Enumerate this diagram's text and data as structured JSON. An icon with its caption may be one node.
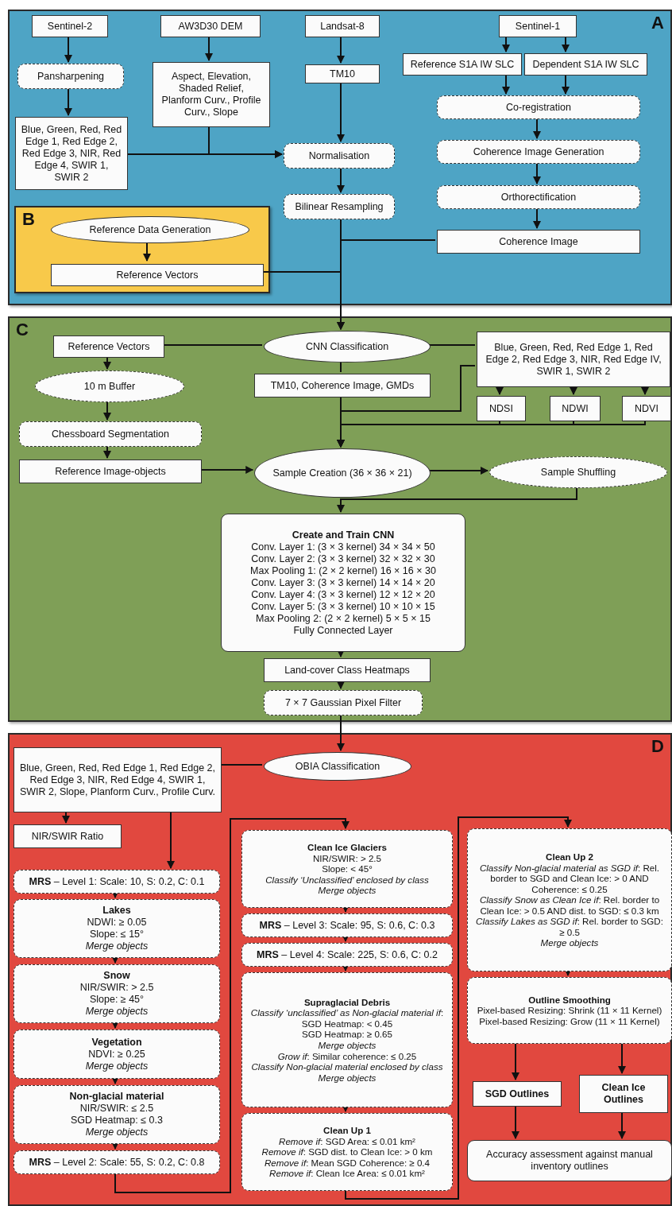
{
  "diagram": {
    "nodes": [
      {
        "text": [
          "A"
        ]
      },
      {
        "text": [
          "Sentinel-2"
        ],
        "in": 0
      },
      {
        "text": [
          "AW3D30 DEM"
        ],
        "in": 0
      },
      {
        "text": [
          "Landsat-8"
        ],
        "in": 0
      },
      {
        "text": [
          "Sentinel-1"
        ],
        "in": 0
      },
      {
        "text": [
          "Pansharpening"
        ],
        "in": 0
      },
      {
        "text": [
          "Aspect, Elevation, Shaded Relief, Planform Curv., Profile Curv., Slope"
        ],
        "in": 0
      },
      {
        "text": [
          "TM10"
        ],
        "in": 0
      },
      {
        "text": [
          "Reference S1A IW SLC"
        ],
        "in": 0
      },
      {
        "text": [
          "Dependent S1A IW SLC"
        ],
        "in": 0
      },
      {
        "text": [
          "Blue, Green, Red, Red Edge 1, Red Edge 2, Red Edge 3, NIR, Red Edge 4, SWIR 1, SWIR 2"
        ],
        "in": 0
      },
      {
        "text": [
          "Normalisation"
        ],
        "in": 0
      },
      {
        "text": [
          "Co-registration"
        ],
        "in": 0
      },
      {
        "text": [
          "Coherence Image Generation"
        ],
        "in": 0
      },
      {
        "text": [
          "Bilinear Resampling"
        ],
        "in": 0
      },
      {
        "text": [
          "Orthorectification"
        ],
        "in": 0
      },
      {
        "text": [
          "B"
        ],
        "in": 0
      },
      {
        "text": [
          "Reference Data Generation"
        ],
        "in": 16
      },
      {
        "text": [
          "Reference Vectors"
        ],
        "in": 16
      },
      {
        "text": [
          "Coherence Image"
        ],
        "in": 0
      },
      {
        "text": [
          "C"
        ]
      },
      {
        "text": [
          "Reference Vectors"
        ],
        "in": 20
      },
      {
        "text": [
          "CNN Classification"
        ],
        "in": 20
      },
      {
        "text": [
          "Blue, Green, Red, Red Edge 1, Red Edge 2, Red Edge 3, NIR, Red Edge IV, SWIR 1, SWIR 2"
        ],
        "in": 20
      },
      {
        "text": [
          "10 m Buffer"
        ],
        "in": 20
      },
      {
        "text": [
          "TM10, Coherence Image, GMDs"
        ],
        "in": 20
      },
      {
        "text": [
          "NDSI"
        ],
        "in": 20
      },
      {
        "text": [
          "NDWI"
        ],
        "in": 20
      },
      {
        "text": [
          "NDVI"
        ],
        "in": 20
      },
      {
        "text": [
          "Chessboard Segmentation"
        ],
        "in": 20
      },
      {
        "text": [
          "Reference Image-objects"
        ],
        "in": 20
      },
      {
        "text": [
          "Sample Creation (36 × 36 × 21)"
        ],
        "in": 20
      },
      {
        "text": [
          "Sample Shuffling"
        ],
        "in": 20
      },
      {
        "text": [
          "Create and Train CNN",
          "Conv. Layer 1: (3 × 3 kernel) 34 × 34 × 50",
          "Conv. Layer 2: (3 × 3 kernel) 32 × 32 × 30",
          "Max Pooling 1: (2 × 2 kernel) 16 × 16 × 30",
          "Conv. Layer 3: (3 × 3 kernel) 14 × 14 × 20",
          "Conv. Layer 4: (3 × 3 kernel) 12 × 12 × 20",
          "Conv. Layer 5: (3 × 3 kernel) 10 × 10 × 15",
          "Max Pooling 2: (2 × 2 kernel) 5 × 5 × 15",
          "Fully Connected Layer"
        ],
        "in": 20
      },
      {
        "text": [
          "Land-cover Class Heatmaps"
        ],
        "in": 20
      },
      {
        "text": [
          "7 × 7 Gaussian Pixel Filter"
        ],
        "in": 20
      },
      {
        "text": [
          "D"
        ]
      },
      {
        "text": [
          "Blue, Green, Red, Red Edge 1, Red Edge 2, Red Edge 3, NIR, Red Edge 4, SWIR 1, SWIR 2, Slope, Planform Curv., Profile Curv."
        ],
        "in": 36
      },
      {
        "text": [
          "OBIA Classification"
        ],
        "in": 36
      },
      {
        "text": [
          "NIR/SWIR Ratio"
        ],
        "in": 36
      },
      {
        "text": [
          "**MRS** – Level 1: Scale: 10, S: 0.2, C: 0.1"
        ],
        "in": 36
      },
      {
        "text": [
          "Lakes",
          "NDWI: ≥ 0.05",
          "Slope: ≤ 15°",
          "Merge objects"
        ],
        "in": 36
      },
      {
        "text": [
          "Snow",
          "NIR/SWIR: > 2.5",
          "Slope: ≥ 45°",
          "Merge objects"
        ],
        "in": 36
      },
      {
        "text": [
          "Vegetation",
          "NDVI: ≥ 0.25",
          "Merge objects"
        ],
        "in": 36
      },
      {
        "text": [
          "Non-glacial material",
          "NIR/SWIR: ≤ 2.5",
          "SGD Heatmap: ≤ 0.3",
          "Merge objects"
        ],
        "in": 36
      },
      {
        "text": [
          "**MRS** – Level 2: Scale: 55, S: 0.2, C: 0.8"
        ],
        "in": 36
      },
      {
        "text": [
          "Clean Ice Glaciers",
          "NIR/SWIR: > 2.5",
          "Slope: < 45°",
          "Classify ‘Unclassified’ enclosed by class",
          "Merge objects"
        ],
        "in": 36
      },
      {
        "text": [
          "**MRS** – Level 3: Scale: 95, S: 0.6, C: 0.3"
        ],
        "in": 36
      },
      {
        "text": [
          "**MRS** – Level 4: Scale: 225, S: 0.6, C: 0.2"
        ],
        "in": 36
      },
      {
        "text": [
          "Supraglacial Debris",
          "*Classify ‘unclassified’ as Non-glacial material if*: SGD Heatmap: < 0.45",
          "SGD Heatmap: ≥ 0.65",
          "Merge objects",
          "*Grow if*: Similar coherence: ≤ 0.25",
          "Classify Non-glacial material enclosed by class",
          "Merge objects"
        ],
        "in": 36
      },
      {
        "text": [
          "Clean Up 1",
          "*Remove if*: SGD Area: ≤ 0.01 km²",
          "*Remove if*: SGD dist. to Clean Ice: > 0 km",
          "*Remove if*: Mean SGD Coherence: ≥ 0.4",
          "*Remove if*: Clean Ice Area: ≤ 0.01 km²"
        ],
        "in": 36
      },
      {
        "text": [
          "Clean Up 2",
          "*Classify Non-glacial material as SGD if*: Rel. border to SGD and Clean Ice: > 0 AND Coherence: ≤ 0.25",
          "*Classify Snow as Clean Ice if*: Rel. border to Clean Ice: > 0.5 AND dist. to SGD: ≤ 0.3 km",
          "*Classify Lakes as SGD if*: Rel. border to SGD: ≥ 0.5",
          "Merge objects"
        ],
        "in": 36
      },
      {
        "text": [
          "Outline Smoothing",
          "Pixel-based Resizing: Shrink (11 × 11 Kernel)",
          "Pixel-based Resizing: Grow (11 × 11 Kernel)"
        ],
        "in": 36
      },
      {
        "text": [
          "SGD Outlines"
        ],
        "in": 36
      },
      {
        "text": [
          "Clean Ice Outlines"
        ],
        "in": 36
      },
      {
        "text": [
          "Accuracy assessment against manual inventory outlines"
        ],
        "in": 36
      }
    ],
    "edges": [
      {
        "from": 1,
        "to": 5,
        "arrow": "to"
      },
      {
        "from": 5,
        "to": 10,
        "arrow": "to"
      },
      {
        "from": 2,
        "to": 6,
        "arrow": "to"
      },
      {
        "from": 3,
        "to": 7,
        "arrow": "to"
      },
      {
        "from": 4,
        "to": 8,
        "arrow": "to"
      },
      {
        "from": 4,
        "to": 9,
        "arrow": "to"
      },
      {
        "from": 8,
        "to": 12,
        "arrow": "to"
      },
      {
        "from": 9,
        "to": 12,
        "arrow": "to"
      },
      {
        "from": 12,
        "to": 13,
        "arrow": "to"
      },
      {
        "from": 13,
        "to": 15,
        "arrow": "to"
      },
      {
        "from": 15,
        "to": 19,
        "arrow": "to"
      },
      {
        "from": 7,
        "to": 11,
        "arrow": "to"
      },
      {
        "from": 10,
        "to": 11,
        "arrow": "to"
      },
      {
        "from": 6,
        "to": 11,
        "arrow": "to"
      },
      {
        "from": 11,
        "to": 14,
        "arrow": "to"
      },
      {
        "from": 17,
        "to": 18,
        "arrow": "to"
      },
      {
        "from": 14,
        "to": 22,
        "arrow": "to"
      },
      {
        "from": 19,
        "to": 22,
        "arrow": "to"
      },
      {
        "from": 18,
        "to": 22,
        "arrow": "to"
      },
      {
        "from": 21,
        "to": 22,
        "arrow": "none"
      },
      {
        "from": 22,
        "to": 23,
        "arrow": "none"
      },
      {
        "from": 21,
        "to": 24,
        "arrow": "to"
      },
      {
        "from": 24,
        "to": 29,
        "arrow": "to"
      },
      {
        "from": 29,
        "to": 30,
        "arrow": "to"
      },
      {
        "from": 30,
        "to": 31,
        "arrow": "to"
      },
      {
        "from": 22,
        "to": 25,
        "arrow": "none"
      },
      {
        "from": 25,
        "to": 31,
        "arrow": "to"
      },
      {
        "from": 23,
        "to": 31,
        "arrow": "to"
      },
      {
        "from": 23,
        "to": 26,
        "arrow": "to"
      },
      {
        "from": 23,
        "to": 27,
        "arrow": "to"
      },
      {
        "from": 23,
        "to": 28,
        "arrow": "to"
      },
      {
        "from": 26,
        "to": 31,
        "arrow": "to"
      },
      {
        "from": 27,
        "to": 31,
        "arrow": "to"
      },
      {
        "from": 28,
        "to": 31,
        "arrow": "to"
      },
      {
        "from": 31,
        "to": 32,
        "arrow": "to"
      },
      {
        "from": 32,
        "to": 33,
        "arrow": "to"
      },
      {
        "from": 33,
        "to": 34,
        "arrow": "to"
      },
      {
        "from": 34,
        "to": 35,
        "arrow": "to"
      },
      {
        "from": 35,
        "to": 38,
        "arrow": "to"
      },
      {
        "from": 38,
        "to": 37,
        "arrow": "none"
      },
      {
        "from": 37,
        "to": 39,
        "arrow": "to"
      },
      {
        "from": 37,
        "to": 40,
        "arrow": "to"
      },
      {
        "from": 40,
        "to": 41,
        "arrow": "to"
      },
      {
        "from": 41,
        "to": 42,
        "arrow": "to"
      },
      {
        "from": 42,
        "to": 43,
        "arrow": "to"
      },
      {
        "from": 43,
        "to": 44,
        "arrow": "to"
      },
      {
        "from": 44,
        "to": 45,
        "arrow": "to"
      },
      {
        "from": 45,
        "to": 46,
        "arrow": "to"
      },
      {
        "from": 46,
        "to": 47,
        "arrow": "to"
      },
      {
        "from": 47,
        "to": 48,
        "arrow": "to"
      },
      {
        "from": 48,
        "to": 49,
        "arrow": "to"
      },
      {
        "from": 49,
        "to": 50,
        "arrow": "to"
      },
      {
        "from": 50,
        "to": 51,
        "arrow": "to"
      },
      {
        "from": 51,
        "to": 52,
        "arrow": "to"
      },
      {
        "from": 52,
        "to": 53,
        "arrow": "to"
      },
      {
        "from": 52,
        "to": 54,
        "arrow": "to"
      },
      {
        "from": 53,
        "to": 55,
        "arrow": "to"
      },
      {
        "from": 54,
        "to": 55,
        "arrow": "to"
      }
    ]
  }
}
